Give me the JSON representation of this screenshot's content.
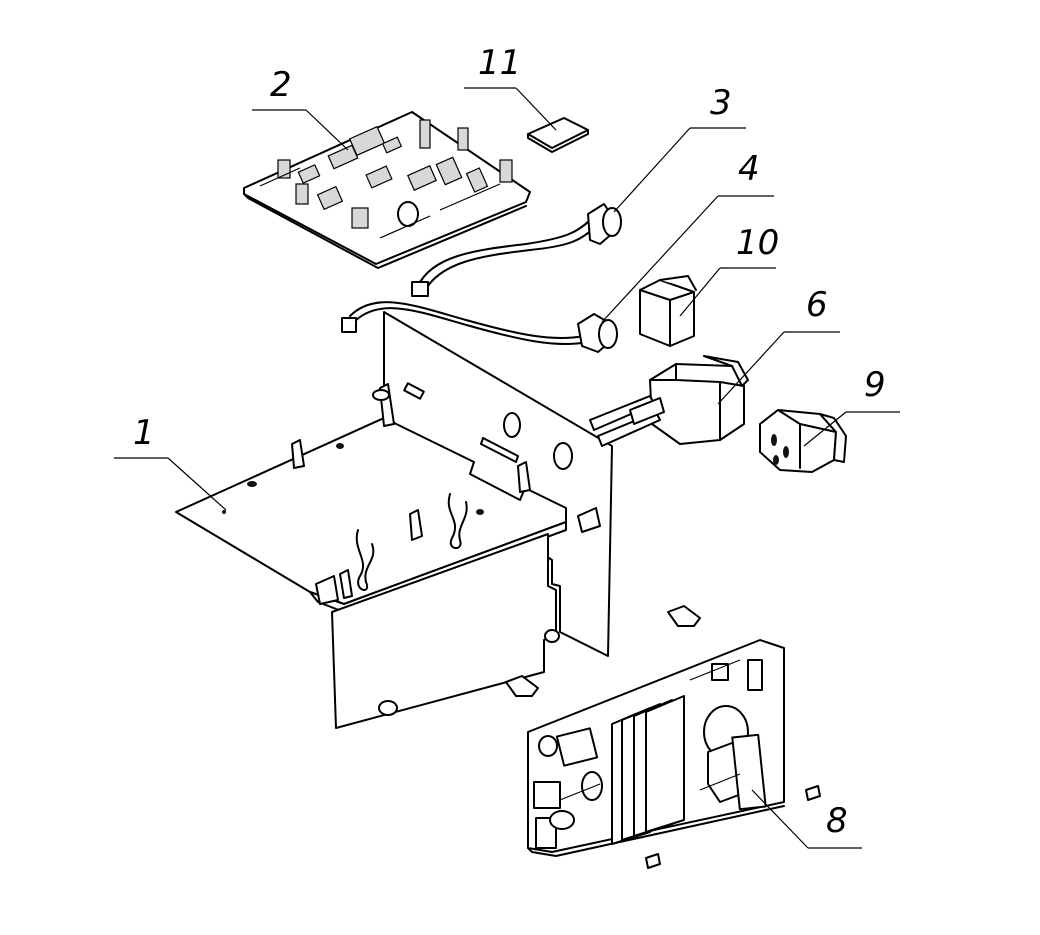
{
  "callouts": [
    {
      "id": "1",
      "label": "1"
    },
    {
      "id": "2",
      "label": "2"
    },
    {
      "id": "3",
      "label": "3"
    },
    {
      "id": "4",
      "label": "4"
    },
    {
      "id": "6",
      "label": "6"
    },
    {
      "id": "8",
      "label": "8"
    },
    {
      "id": "9",
      "label": "9"
    },
    {
      "id": "10",
      "label": "10"
    },
    {
      "id": "11",
      "label": "11"
    }
  ]
}
